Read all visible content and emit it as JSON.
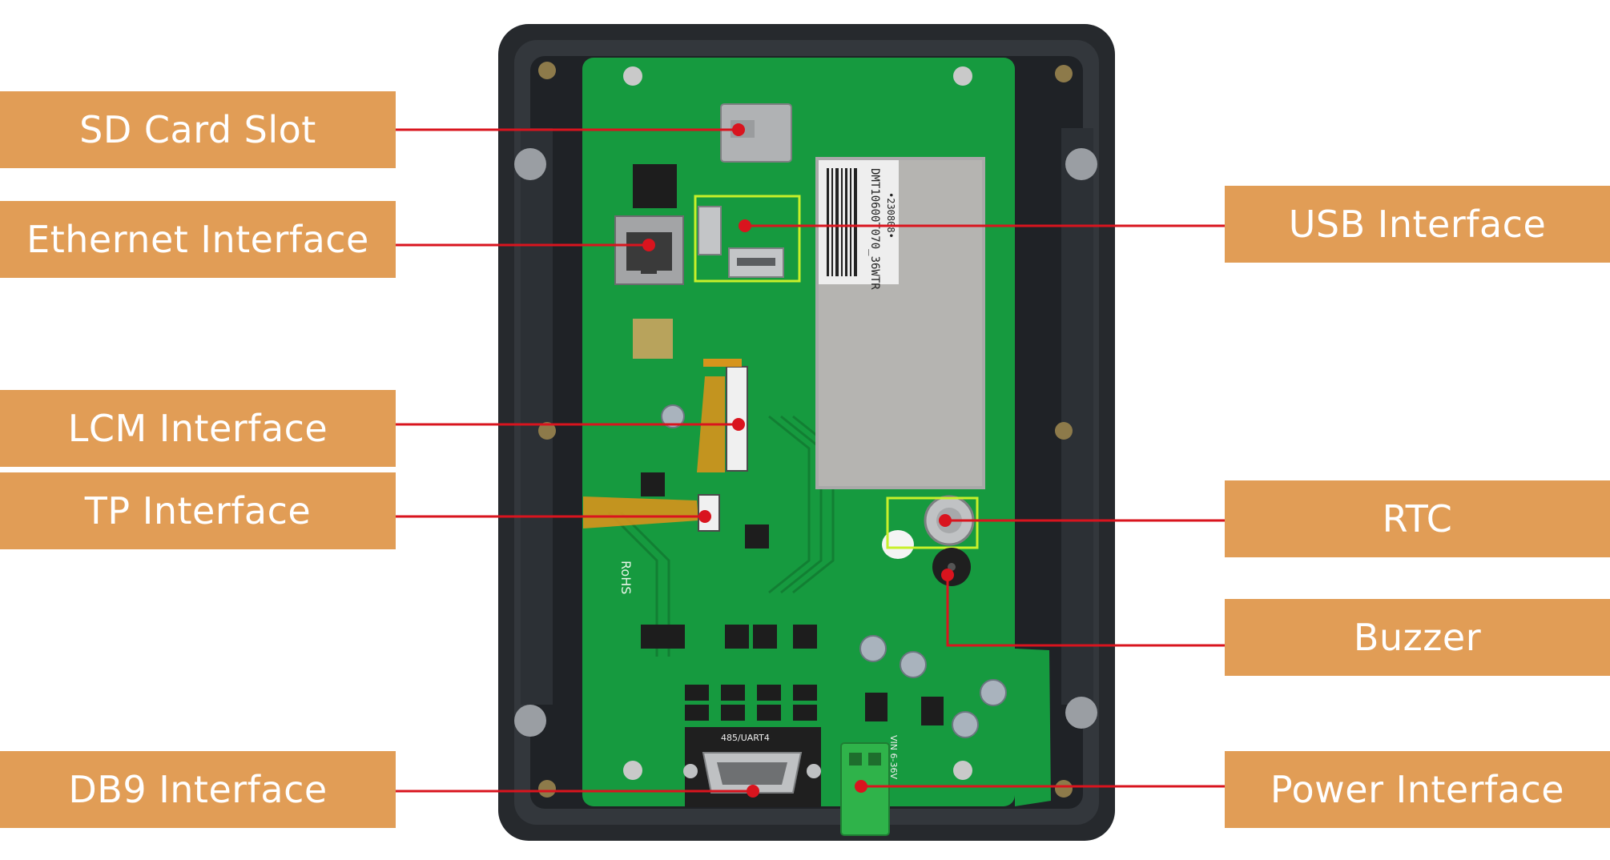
{
  "colors": {
    "label_bg": "#e19d56",
    "label_text": "#ffffff",
    "leader_line": "#d9141e",
    "pcb": "#169a3f",
    "case": "#26292d",
    "highlight_box": "#c8f02a"
  },
  "labels": {
    "sd_card": "SD Card Slot",
    "ethernet": "Ethernet Interface",
    "lcm": "LCM Interface",
    "tp": "TP Interface",
    "db9": "DB9 Interface",
    "usb": "USB Interface",
    "rtc": "RTC",
    "buzzer": "Buzzer",
    "power": "Power Interface"
  },
  "board_markings": {
    "sticker_line1": "DMT10600T070_36WTR",
    "sticker_line2": "•230808•",
    "rohs": "RoHS",
    "db9_header": "485/UART4",
    "power_header": "VIN 6-36V"
  },
  "icons": [
    "sd-card-slot-icon",
    "rj45-port-icon",
    "usb-port-icon",
    "db9-connector-icon",
    "power-terminal-icon",
    "coin-cell-icon",
    "buzzer-icon"
  ]
}
